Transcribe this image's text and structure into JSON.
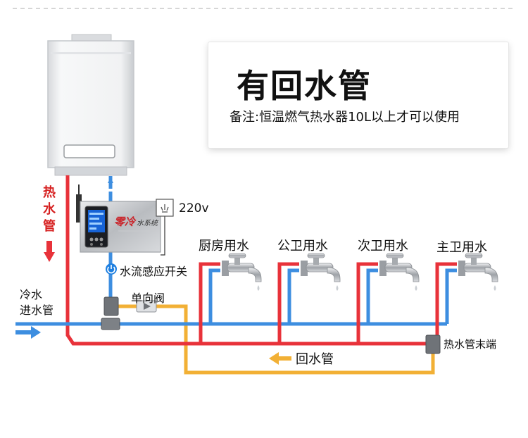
{
  "colors": {
    "hot": "#e8323a",
    "cold": "#3d8ee0",
    "return": "#f2b035",
    "dash": "#c8c8c8"
  },
  "title": "有回水管",
  "note": "备注:恒温燃气热水器10L以上才可以使用",
  "labels": {
    "hot_pipe": "热水管",
    "power": "220v",
    "flow_switch": "水流感应开关",
    "cold_inlet": "冷水\n进水管",
    "check_valve": "单向阀",
    "return_pipe": "回水管",
    "hot_end": "热水管末端"
  },
  "device": {
    "brand": "零冷",
    "brand_sub": "水系统"
  },
  "rooms": [
    "厨房用水",
    "公卫用水",
    "次卫用水",
    "主卫用水"
  ],
  "icons": [
    "water-heater-icon",
    "pump-controller-icon",
    "power-socket-icon",
    "power-icon",
    "faucet-icon",
    "arrow-down-icon",
    "arrow-left-icon",
    "arrow-right-icon"
  ]
}
